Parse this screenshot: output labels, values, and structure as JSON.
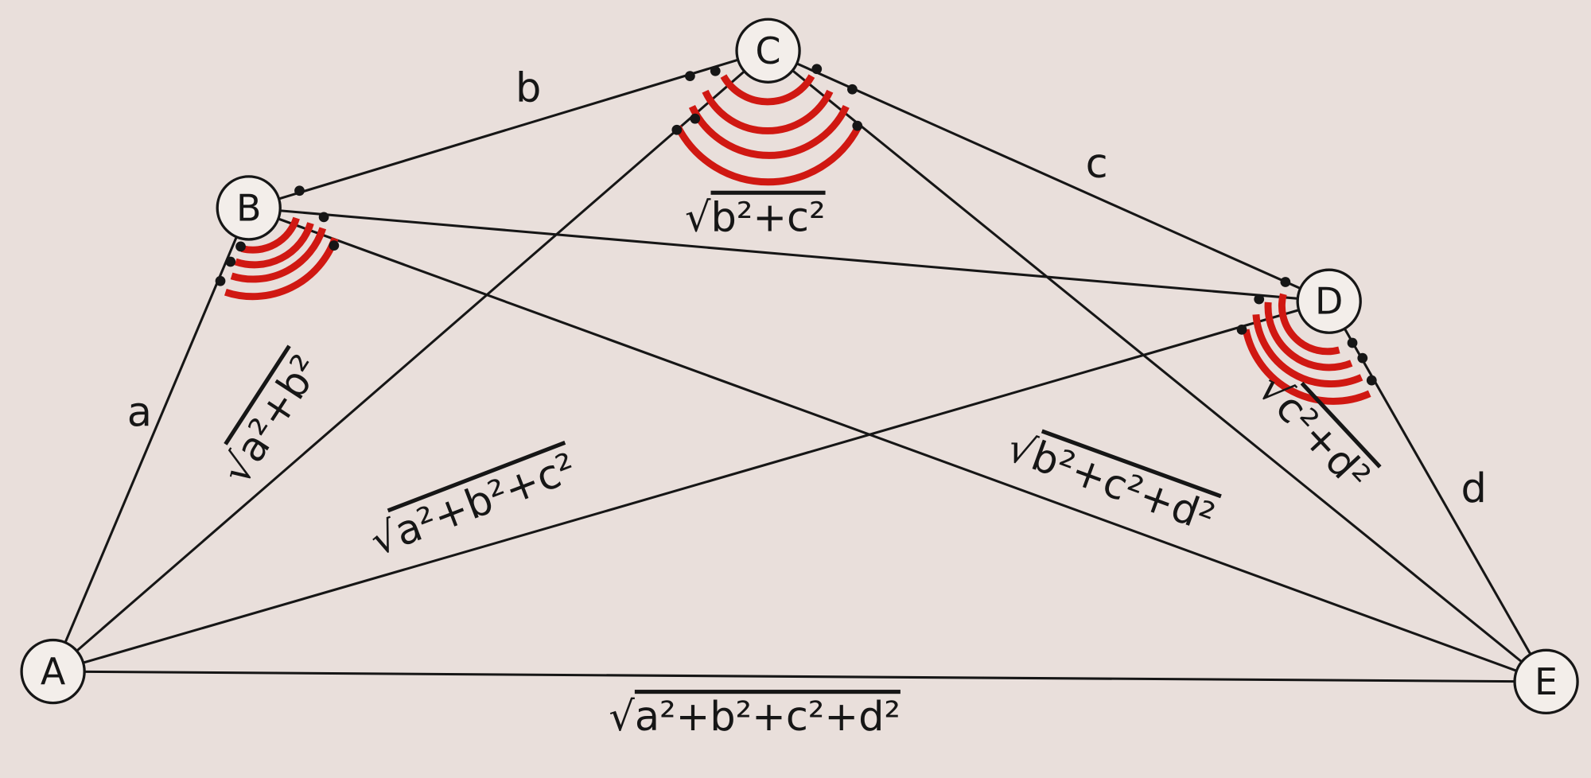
{
  "diagram": {
    "nodes": [
      {
        "id": "A",
        "label": "A"
      },
      {
        "id": "B",
        "label": "B"
      },
      {
        "id": "C",
        "label": "C"
      },
      {
        "id": "D",
        "label": "D"
      },
      {
        "id": "E",
        "label": "E"
      }
    ],
    "radical_symbol": "√",
    "edge_labels": {
      "AB": "a",
      "BC": "b",
      "CD": "c",
      "DE": "d",
      "BD": "b²+c²",
      "AC": "a²+b²",
      "AD": "a²+b²+c²",
      "BE": "b²+c²+d²",
      "CE": "c²+d²",
      "AE": "a²+b²+c²+d²"
    },
    "colors": {
      "background": "#e9dfdb",
      "ink": "#161616",
      "right_angle_marks": "#d01812"
    }
  }
}
